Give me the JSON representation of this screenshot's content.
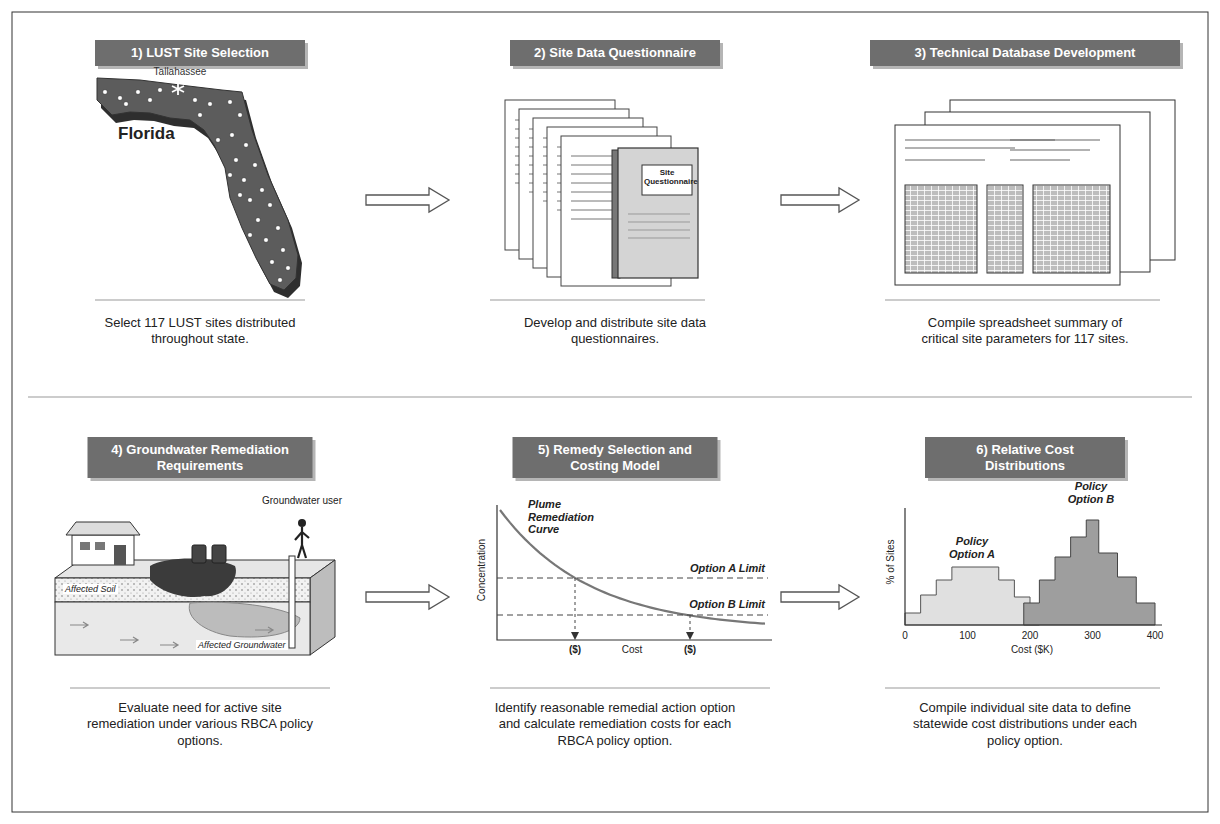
{
  "diagram": {
    "nodes": [
      {
        "text": [
          "1) LUST Site Selection",
          "Select 117 LUST sites distributed throughout state."
        ]
      },
      {
        "text": [
          "2) Site Data Questionnaire",
          "Develop and distribute site data questionnaires."
        ]
      },
      {
        "text": [
          "3) Technical Database Development",
          "Compile spreadsheet summary of critical site parameters for 117 sites."
        ]
      },
      {
        "text": [
          "4) Groundwater Remediation Requirements",
          "Evaluate need for active site remediation under various RBCA policy options."
        ]
      },
      {
        "text": [
          "5) Remedy Selection and Costing Model",
          "Identify reasonable remedial action option and calculate remediation costs for each RBCA policy option."
        ]
      },
      {
        "text": [
          "6) Relative Cost Distributions",
          "Compile individual site data to define statewide cost distributions under each policy option."
        ]
      }
    ],
    "edges": [
      {
        "from": 0,
        "to": 1,
        "arrow": "to"
      },
      {
        "from": 1,
        "to": 2,
        "arrow": "to"
      },
      {
        "from": 3,
        "to": 4,
        "arrow": "to"
      },
      {
        "from": 4,
        "to": 5,
        "arrow": "to"
      }
    ],
    "labels": [
      "Tallahassee",
      "Florida",
      "Site Questionnaire",
      "Groundwater user",
      "Affected Soil",
      "Affected Groundwater",
      "Plume Remediation Curve",
      "Concentration",
      "Option A Limit",
      "Option B Limit",
      "($)",
      "Cost",
      "($)",
      "% of Sites",
      "Policy Option A",
      "Policy Option B",
      "0",
      "100",
      "200",
      "300",
      "400",
      "Cost ($K)"
    ]
  }
}
